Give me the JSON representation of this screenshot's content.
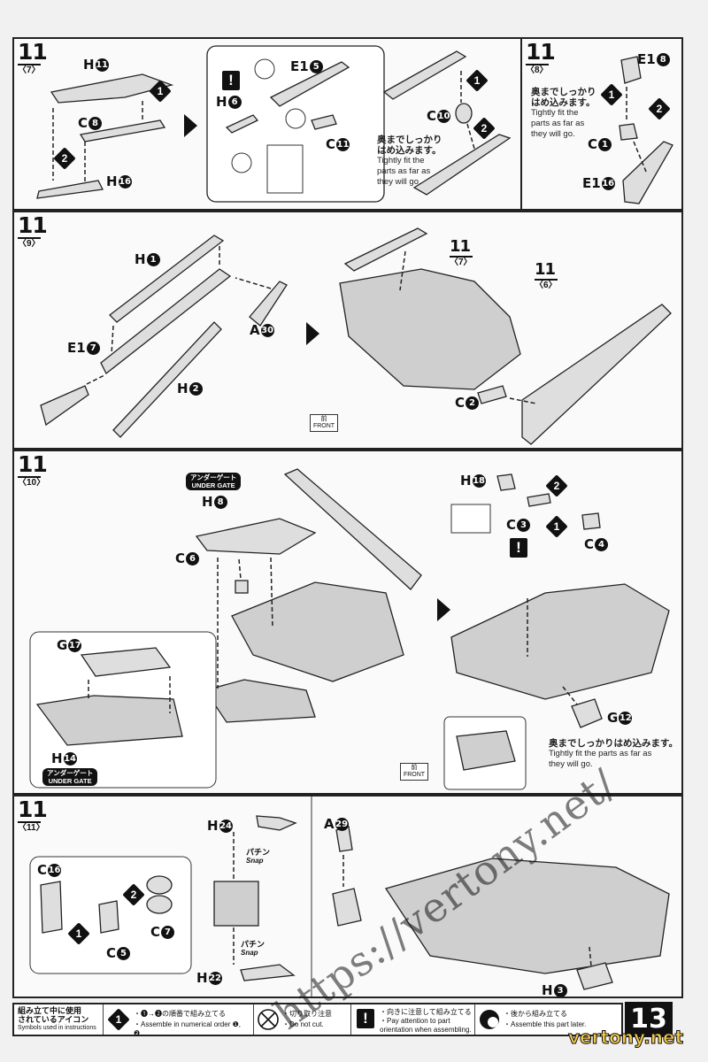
{
  "steps": [
    {
      "num": "11",
      "sub": "〈7〉"
    },
    {
      "num": "11",
      "sub": "〈8〉"
    },
    {
      "num": "11",
      "sub": "〈9〉"
    },
    {
      "num": "11",
      "sub": "〈10〉"
    },
    {
      "num": "11",
      "sub": "〈11〉"
    }
  ],
  "refs": [
    {
      "num": "11",
      "sub": "〈7〉"
    },
    {
      "num": "11",
      "sub": "〈6〉"
    }
  ],
  "parts": {
    "p7": [
      {
        "letter": "H",
        "n": "11"
      },
      {
        "letter": "C",
        "n": "8"
      },
      {
        "letter": "H",
        "n": "16"
      },
      {
        "letter": "E1",
        "n": "5"
      },
      {
        "letter": "H",
        "n": "6"
      },
      {
        "letter": "C",
        "n": "11"
      },
      {
        "letter": "C",
        "n": "10"
      }
    ],
    "p8": [
      {
        "letter": "E1",
        "n": "8"
      },
      {
        "letter": "C",
        "n": "1"
      },
      {
        "letter": "E1",
        "n": "16"
      }
    ],
    "p9": [
      {
        "letter": "H",
        "n": "1"
      },
      {
        "letter": "A",
        "n": "30"
      },
      {
        "letter": "E1",
        "n": "7"
      },
      {
        "letter": "H",
        "n": "2"
      },
      {
        "letter": "C",
        "n": "2"
      }
    ],
    "p10": [
      {
        "letter": "H",
        "n": "8"
      },
      {
        "letter": "C",
        "n": "6"
      },
      {
        "letter": "G",
        "n": "17"
      },
      {
        "letter": "H",
        "n": "14"
      },
      {
        "letter": "H",
        "n": "18"
      },
      {
        "letter": "C",
        "n": "3"
      },
      {
        "letter": "C",
        "n": "4"
      },
      {
        "letter": "G",
        "n": "12"
      }
    ],
    "p11": [
      {
        "letter": "H",
        "n": "24"
      },
      {
        "letter": "C",
        "n": "16"
      },
      {
        "letter": "C",
        "n": "7"
      },
      {
        "letter": "C",
        "n": "5"
      },
      {
        "letter": "H",
        "n": "22"
      },
      {
        "letter": "A",
        "n": "29"
      },
      {
        "letter": "H",
        "n": "3"
      }
    ]
  },
  "seq_labels": [
    "1",
    "2"
  ],
  "excl": "!",
  "notes": {
    "tight_jp": "奥までしっかり",
    "tight_jp2": "はめ込みます。",
    "tight_en1": "Tightly fit the",
    "tight_en2": "parts as far as",
    "tight_en3": "they will go.",
    "tight_long_jp": "奥までしっかりはめ込みます。",
    "tight_long_en1": "Tightly fit the parts as far as",
    "tight_long_en2": "they will go."
  },
  "under_gate": {
    "jp": "アンダーゲート",
    "en": "UNDER GATE"
  },
  "front": {
    "jp": "前",
    "en": "FRONT"
  },
  "snap": {
    "jp": "パチン",
    "en": "Snap"
  },
  "legend": {
    "title_jp1": "組み立て中に使用",
    "title_jp2": "されているアイコン",
    "title_en": "Symbols used in instructions",
    "items": [
      {
        "jp": "・❶→❷の順番で組み立てる",
        "en": "・Assemble in numerical order ❶, ❷..."
      },
      {
        "jp": "・切り取り注意",
        "en": "・Do not cut."
      },
      {
        "jp": "・向きに注意して組み立てる",
        "en": "・Pay attention to part orientation when assembling."
      },
      {
        "jp": "・後から組み立てる",
        "en": "・Assemble this part later."
      }
    ]
  },
  "page_number": "13",
  "watermark": "https://vertony.net/",
  "brand": "vertony.net"
}
